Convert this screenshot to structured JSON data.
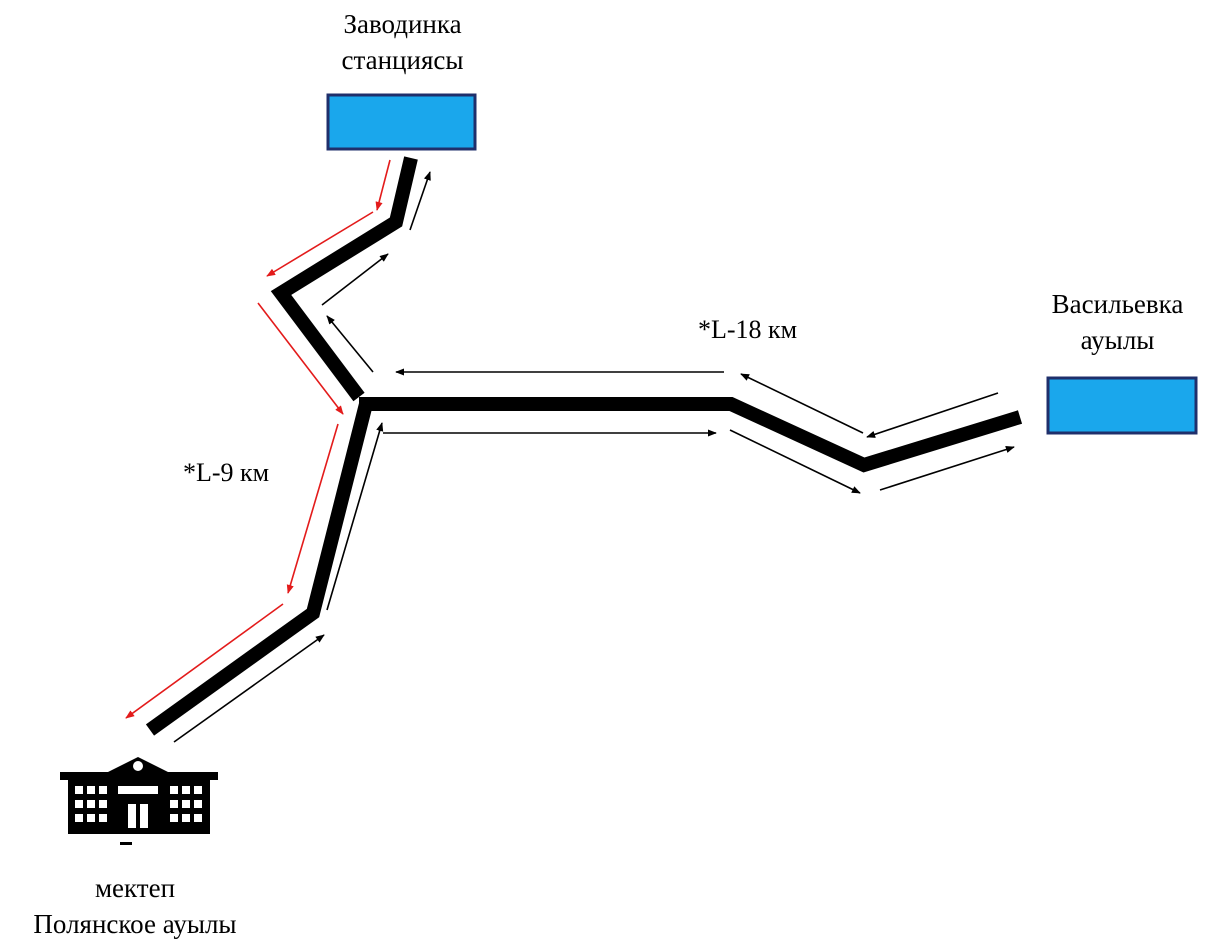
{
  "places": {
    "zavodinka": {
      "line1": "Заводинка",
      "line2": "станциясы"
    },
    "vasilyevka": {
      "line1": "Васильевка",
      "line2": "ауылы"
    },
    "school": {
      "line1": "мектеп",
      "line2": "Полянское ауылы"
    }
  },
  "distances": {
    "to_vasilyevka": "*L-18 км",
    "to_school": "*L-9 км"
  },
  "colors": {
    "road": "#000000",
    "arrow_empty_return": "#e31b1b",
    "arrow_route": "#000000",
    "place_fill": "#1aa7ec",
    "place_border": "#1f2f6b"
  },
  "icons": {
    "school": "school-building-icon"
  }
}
